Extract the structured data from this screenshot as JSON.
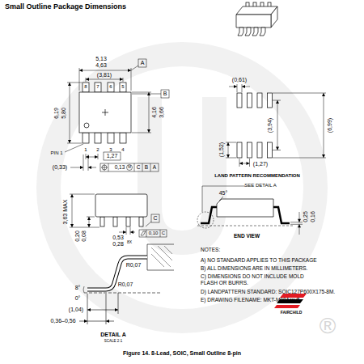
{
  "diagram": {
    "title": "Small Outline Package Dimensions",
    "caption": "Figure 14. 8-Lead, SOIC, Small Outline 8-pin",
    "labels": [
      "5,13",
      "4,63",
      "(3,81)",
      "8",
      "7",
      "6",
      "5",
      "A",
      "B",
      "6,19",
      "5,80",
      "4,16",
      "3,66",
      "PIN 1",
      "1",
      "2",
      "3",
      "4",
      "1,27",
      "(0,33)",
      "0,13",
      "M",
      "C",
      "B",
      "A",
      "(0,61)",
      "(1,52)",
      "(3,94)",
      "(6,99)",
      "(1,27)",
      "LAND PATTERN RECOMMENDATION",
      "C",
      "3,63 MAX",
      "0,20",
      "0,08",
      "0,53",
      "0,28",
      "8X",
      "0,10",
      "C",
      "45°",
      "SEE DETAIL A",
      "0,25",
      "0,16",
      "END VIEW",
      "NOTES:",
      "A) NO STANDARD APPLIES TO THIS PACKAGE",
      "B) ALL DIMENSIONS ARE IN MILLIMETERS.",
      "C) DIMENSIONS DO NOT INCLUDE MOLD FLASH OR BURRS.",
      "D) LANDPATTERN STANDARD: SOIC127P600X175-8M.",
      "E) DRAWING FILENAME: MKT-M08Arev5",
      "R0,07",
      "R0,07",
      "8°",
      "0°",
      "(1,04)",
      "0,36–0,56",
      "DETAIL A",
      "SCALE 2:1",
      "FAIRCHILD",
      "®"
    ]
  }
}
